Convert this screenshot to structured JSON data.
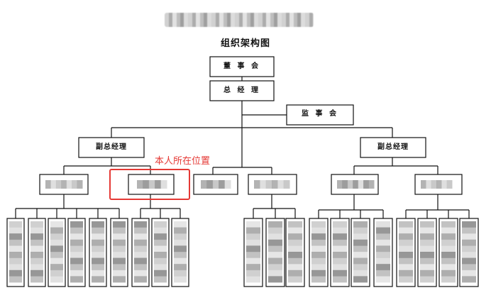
{
  "header": {
    "title": "组织架构图"
  },
  "nodes": {
    "board": "董 事 会",
    "general_manager": "总 经 理",
    "supervisory_board": "监 事 会",
    "deputy_gm_left": "副总经理",
    "deputy_gm_right": "副总经理"
  },
  "annotation": {
    "text": "本人所在位置"
  },
  "colors": {
    "line": "#111111",
    "highlight": "#e53935",
    "redacted_light": "#d9d9d9",
    "redacted_dark": "#a6a6a6"
  }
}
